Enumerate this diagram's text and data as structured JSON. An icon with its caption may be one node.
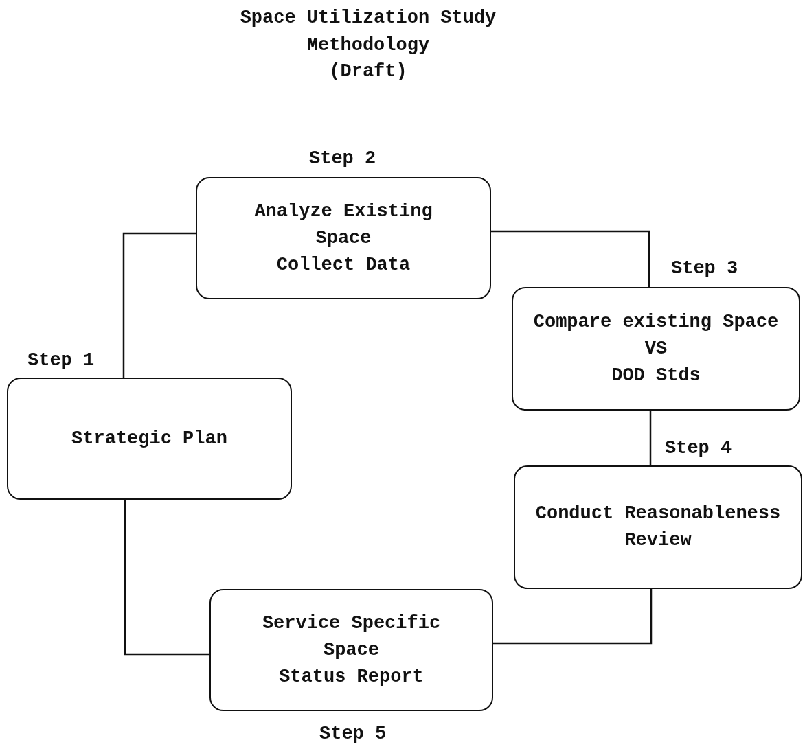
{
  "diagram": {
    "title": "Space Utilization Study Methodology",
    "nodes": [
      {
        "text": [
          "Strategic Plan"
        ],
        "beside": [
          "Step 1"
        ]
      },
      {
        "text": [
          "Analyze Existing Space",
          "Collect Data"
        ],
        "beside": [
          "Step 2"
        ]
      },
      {
        "text": [
          "Compare existing Space",
          "VS",
          "DOD Stds"
        ],
        "beside": [
          "Step 3"
        ]
      },
      {
        "text": [
          "Conduct Reasonableness Review"
        ],
        "beside": [
          "Step 4"
        ]
      },
      {
        "text": [
          "Service Specific Space",
          "Status Report"
        ],
        "beside": [
          "Step 5"
        ]
      }
    ],
    "edges": [
      {
        "from": 0,
        "to": 1,
        "arrow": "none"
      },
      {
        "from": 1,
        "to": 2,
        "arrow": "none"
      },
      {
        "from": 2,
        "to": 3,
        "arrow": "none"
      },
      {
        "from": 3,
        "to": 4,
        "arrow": "none"
      },
      {
        "from": 4,
        "to": 0,
        "arrow": "none"
      }
    ],
    "labels": [
      "(Draft)"
    ]
  }
}
